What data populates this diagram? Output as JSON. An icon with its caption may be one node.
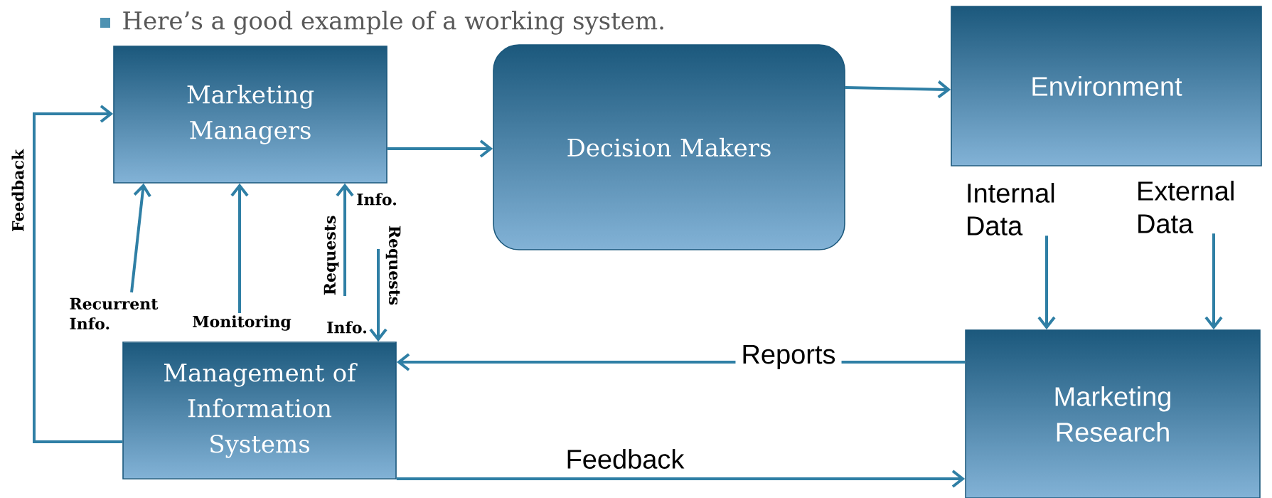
{
  "diagram": {
    "title": "Here’s a good example of a working system.",
    "nodes": [
      {
        "text": [
          "Marketing Managers"
        ]
      },
      {
        "text": [
          "Decision Makers"
        ]
      },
      {
        "text": [
          "Environment"
        ]
      },
      {
        "text": [
          "Internal Data"
        ]
      },
      {
        "text": [
          "External Data"
        ]
      },
      {
        "text": [
          "Management of Information Systems"
        ]
      },
      {
        "text": [
          "Marketing Research"
        ]
      }
    ],
    "edges": [
      {
        "from": 0,
        "to": 1,
        "arrow": "to"
      },
      {
        "from": 1,
        "to": 2,
        "arrow": "to"
      },
      {
        "from": null,
        "to": 0,
        "arrow": "to",
        "label": "Recurrent Info."
      },
      {
        "from": null,
        "to": 0,
        "arrow": "to",
        "label": "Monitoring"
      },
      {
        "from": null,
        "to": 0,
        "arrow": "to",
        "label": "Requests"
      },
      {
        "from": null,
        "to": 5,
        "arrow": "to",
        "label": "Requests"
      },
      {
        "from": 5,
        "to": 0,
        "arrow": "to",
        "label": "Feedback"
      },
      {
        "from": 3,
        "to": 6,
        "arrow": "to"
      },
      {
        "from": 4,
        "to": 6,
        "arrow": "to"
      },
      {
        "from": 6,
        "to": 5,
        "arrow": "to",
        "label": "Reports"
      },
      {
        "from": 5,
        "to": 6,
        "arrow": "to",
        "label": "Feedback"
      }
    ],
    "labels": [
      "Info.",
      "Info."
    ]
  }
}
